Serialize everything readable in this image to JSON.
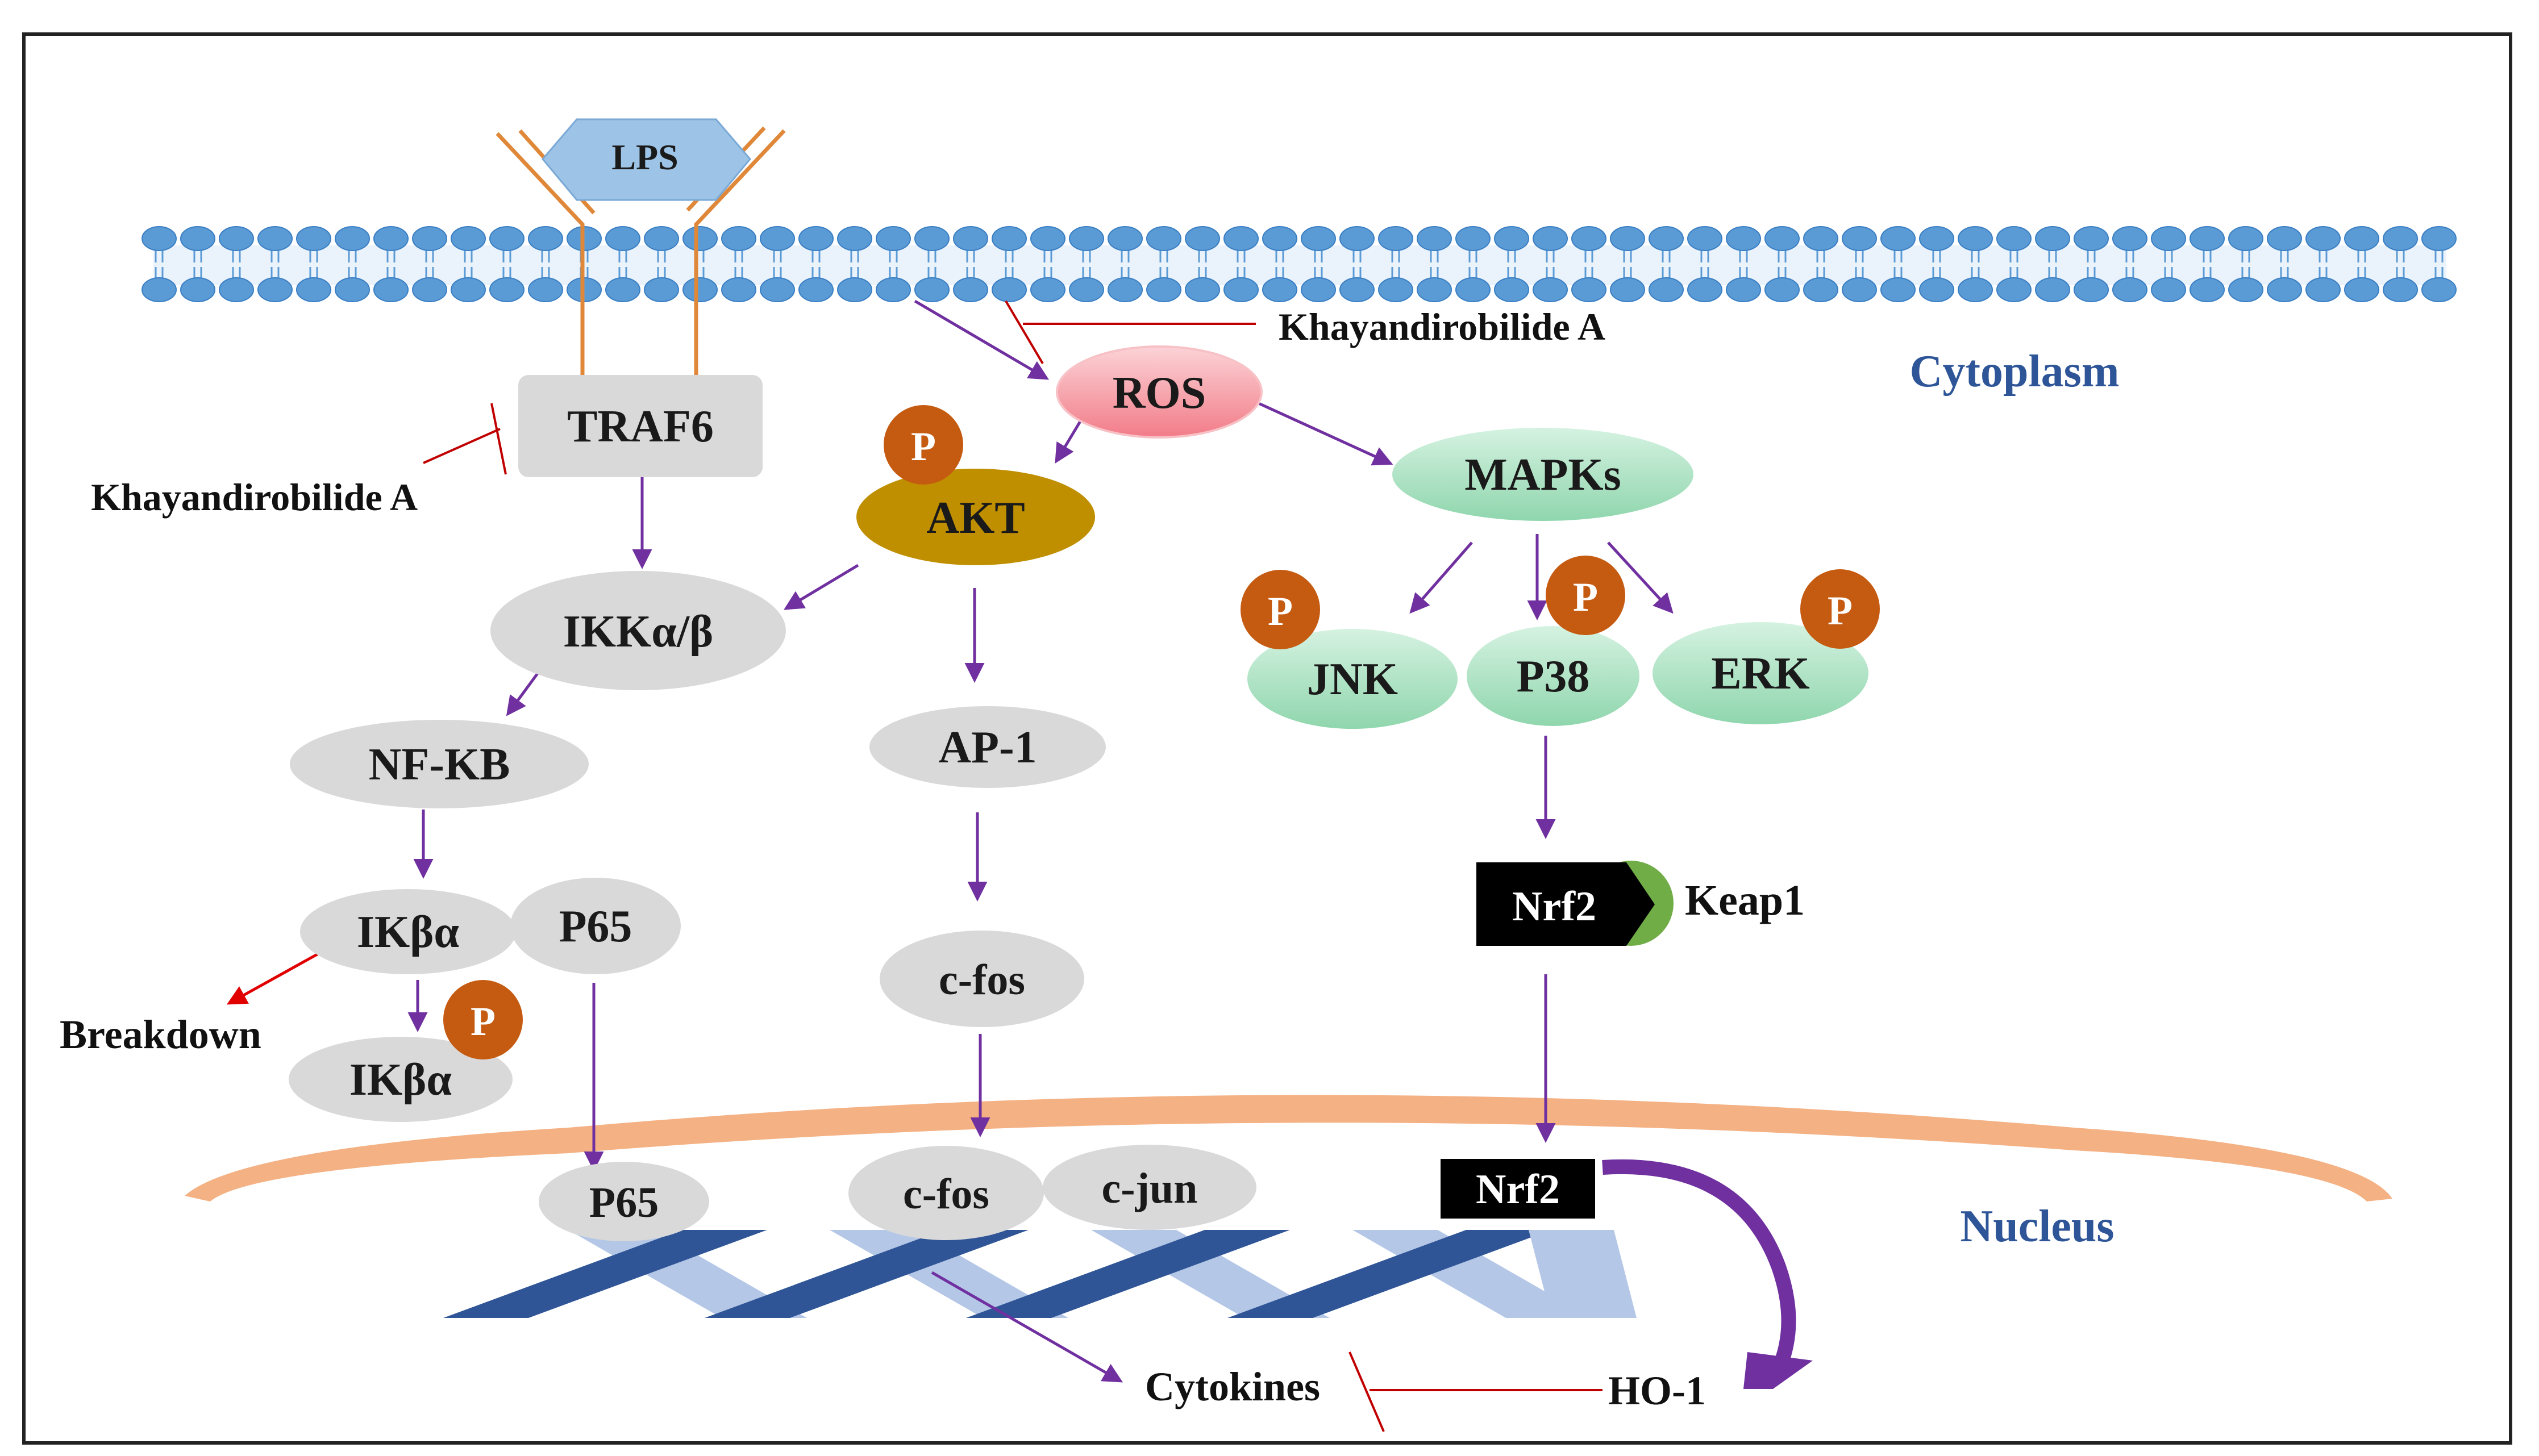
{
  "labels": {
    "lps": "LPS",
    "khayandirobilide_membrane": "Khayandirobilide A",
    "khayandirobilide_traf6": "Khayandirobilide A",
    "cytoplasm": "Cytoplasm",
    "nucleus": "Nucleus",
    "ros": "ROS",
    "traf6": "TRAF6",
    "akt": "AKT",
    "mapks": "MAPKs",
    "ikk": "IKKα/β",
    "nfkb": "NF-KB",
    "ap1": "AP-1",
    "jnk": "JNK",
    "p38": "P38",
    "erk": "ERK",
    "ikba_top": "IKβα",
    "p65_top": "P65",
    "ikba_bottom": "IKβα",
    "breakdown": "Breakdown",
    "cfos_cyto": "c-fos",
    "nrf2_cyto": "Nrf2",
    "keap1": "Keap1",
    "p65_nucleus": "P65",
    "cfos_nucleus": "c-fos",
    "cjun": "c-jun",
    "nrf2_nucleus": "Nrf2",
    "cytokines": "Cytokines",
    "ho1": "HO-1",
    "phospho": "P"
  },
  "colors": {
    "membrane": "#5b9bd5",
    "membrane_dark": "#3a7fc4",
    "receptor": "#e0883a",
    "lps_fill": "#9dc3e6",
    "grey_node": "#d9d9d9",
    "ros_fill": "#f4a0a8",
    "akt_fill": "#bf8f00",
    "mapk_fill": "#a9dfbf",
    "phospho_fill": "#c55a11",
    "arrow": "#7030a0",
    "inhibit": "#c00000",
    "breakdown_arrow": "#e00000",
    "nuclear_membrane": "#f4b183",
    "compartment_text": "#2e5597",
    "dna_dark": "#2f5597",
    "dna_light": "#b4c7e7",
    "keap1": "#70ad47"
  }
}
